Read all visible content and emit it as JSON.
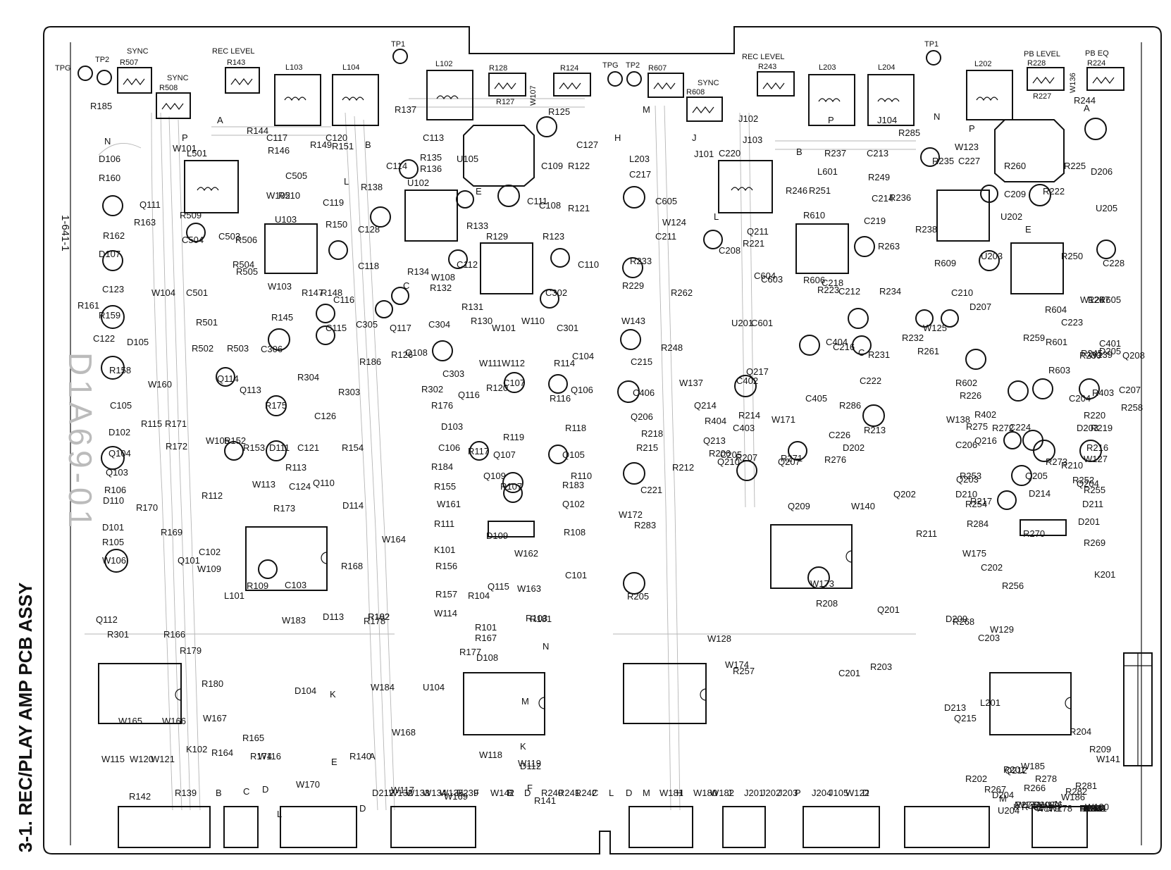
{
  "section_title": "3-1.  REC/PLAY AMP PCB ASSY",
  "board_id": "1-641-1",
  "part_number": "D1A69-01",
  "colors": {
    "ink": "#111111",
    "paper": "#ffffff",
    "trace": "#6a6a6a"
  },
  "labels_top": {
    "tpg_l": "TPG",
    "tp2_l": "TP2",
    "sync_l": "SYNC",
    "r507": "R507",
    "sync2_l": "SYNC",
    "r508": "R508",
    "rec_level_l": "REC LEVEL",
    "r143": "R143",
    "l103": "L103",
    "l104": "L104",
    "tp1_l": "TP1",
    "l102": "L102",
    "r128": "R128",
    "r127": "R127",
    "w107": "W107",
    "r124": "R124",
    "tpg_r": "TPG",
    "tp2_r": "TP2",
    "r607": "R607",
    "sync_r": "SYNC",
    "r608": "R608",
    "rec_level_r": "REC LEVEL",
    "r243": "R243",
    "l203": "L203",
    "l204": "L204",
    "tp1_r": "TP1",
    "l202": "L202",
    "pb_level": "PB LEVEL",
    "r228": "R228",
    "r227": "R227",
    "pb_eq": "PB EQ",
    "r224": "R224",
    "w136": "W136"
  },
  "components": [
    {
      "t": "R185"
    },
    {
      "t": "N"
    },
    {
      "t": "P"
    },
    {
      "t": "A"
    },
    {
      "t": "W101"
    },
    {
      "t": "C117"
    },
    {
      "t": "C120"
    },
    {
      "t": "B"
    },
    {
      "t": "R137"
    },
    {
      "t": "C113"
    },
    {
      "t": "R125"
    },
    {
      "t": "C127"
    },
    {
      "t": "R144"
    },
    {
      "t": "R146"
    },
    {
      "t": "R149"
    },
    {
      "t": "R151"
    },
    {
      "t": "R135"
    },
    {
      "t": "U105"
    },
    {
      "t": "D106"
    },
    {
      "t": "R160"
    },
    {
      "t": "L501"
    },
    {
      "t": "W102"
    },
    {
      "t": "C505"
    },
    {
      "t": "L"
    },
    {
      "t": "C114"
    },
    {
      "t": "R136"
    },
    {
      "t": "C109"
    },
    {
      "t": "R122"
    },
    {
      "t": "Q111"
    },
    {
      "t": "R510"
    },
    {
      "t": "C119"
    },
    {
      "t": "R138"
    },
    {
      "t": "U102"
    },
    {
      "t": "E"
    },
    {
      "t": "C111"
    },
    {
      "t": "C108"
    },
    {
      "t": "R121"
    },
    {
      "t": "R163"
    },
    {
      "t": "R509"
    },
    {
      "t": "C504"
    },
    {
      "t": "C503"
    },
    {
      "t": "R506"
    },
    {
      "t": "U103"
    },
    {
      "t": "R150"
    },
    {
      "t": "C128"
    },
    {
      "t": "R133"
    },
    {
      "t": "R162"
    },
    {
      "t": "R129"
    },
    {
      "t": "R123"
    },
    {
      "t": "C110"
    },
    {
      "t": "D107"
    },
    {
      "t": "C123"
    },
    {
      "t": "R504"
    },
    {
      "t": "R505"
    },
    {
      "t": "C118"
    },
    {
      "t": "R134"
    },
    {
      "t": "W108"
    },
    {
      "t": "C112"
    },
    {
      "t": "W104"
    },
    {
      "t": "C501"
    },
    {
      "t": "W103"
    },
    {
      "t": "R147"
    },
    {
      "t": "R148"
    },
    {
      "t": "C116"
    },
    {
      "t": "C"
    },
    {
      "t": "R132"
    },
    {
      "t": "C302"
    },
    {
      "t": "R161"
    },
    {
      "t": "R159"
    },
    {
      "t": "R501"
    },
    {
      "t": "R145"
    },
    {
      "t": "C115"
    },
    {
      "t": "Q117"
    },
    {
      "t": "C304"
    },
    {
      "t": "R131"
    },
    {
      "t": "R130"
    },
    {
      "t": "W110"
    },
    {
      "t": "W101"
    },
    {
      "t": "C122"
    },
    {
      "t": "D105"
    },
    {
      "t": "R502"
    },
    {
      "t": "R503"
    },
    {
      "t": "C306"
    },
    {
      "t": "C305"
    },
    {
      "t": "R186"
    },
    {
      "t": "R126"
    },
    {
      "t": "Q108"
    },
    {
      "t": "C303"
    },
    {
      "t": "W111"
    },
    {
      "t": "W112"
    },
    {
      "t": "C301"
    },
    {
      "t": "C104"
    },
    {
      "t": "R114"
    },
    {
      "t": "R158"
    },
    {
      "t": "W160"
    },
    {
      "t": "Q114"
    },
    {
      "t": "R304"
    },
    {
      "t": "R303"
    },
    {
      "t": "R302"
    },
    {
      "t": "C107"
    },
    {
      "t": "Q106"
    },
    {
      "t": "C105"
    },
    {
      "t": "Q113"
    },
    {
      "t": "R175"
    },
    {
      "t": "C126"
    },
    {
      "t": "R176"
    },
    {
      "t": "Q116"
    },
    {
      "t": "R120"
    },
    {
      "t": "R119"
    },
    {
      "t": "R118"
    },
    {
      "t": "R116"
    },
    {
      "t": "R115"
    },
    {
      "t": "R171"
    },
    {
      "t": "D102"
    },
    {
      "t": "R172"
    },
    {
      "t": "W105"
    },
    {
      "t": "R152"
    },
    {
      "t": "R153"
    },
    {
      "t": "D103"
    },
    {
      "t": "C106"
    },
    {
      "t": "R117"
    },
    {
      "t": "Q107"
    },
    {
      "t": "Q105"
    },
    {
      "t": "Q104"
    },
    {
      "t": "D111"
    },
    {
      "t": "C121"
    },
    {
      "t": "R154"
    },
    {
      "t": "R184"
    },
    {
      "t": "R110"
    },
    {
      "t": "Q103"
    },
    {
      "t": "R113"
    },
    {
      "t": "C124"
    },
    {
      "t": "R155"
    },
    {
      "t": "Q109"
    },
    {
      "t": "R183"
    },
    {
      "t": "R106"
    },
    {
      "t": "R112"
    },
    {
      "t": "W113"
    },
    {
      "t": "Q110"
    },
    {
      "t": "D110"
    },
    {
      "t": "R170"
    },
    {
      "t": "R173"
    },
    {
      "t": "D114"
    },
    {
      "t": "W161"
    },
    {
      "t": "R107"
    },
    {
      "t": "Q102"
    },
    {
      "t": "R111"
    },
    {
      "t": "D101"
    },
    {
      "t": "R169"
    },
    {
      "t": "W164"
    },
    {
      "t": "K101"
    },
    {
      "t": "W162"
    },
    {
      "t": "R108"
    },
    {
      "t": "R105"
    },
    {
      "t": "C102"
    },
    {
      "t": "Q101"
    },
    {
      "t": "D109"
    },
    {
      "t": "R156"
    },
    {
      "t": "W106"
    },
    {
      "t": "W109"
    },
    {
      "t": "C103"
    },
    {
      "t": "R168"
    },
    {
      "t": "R157"
    },
    {
      "t": "Q115"
    },
    {
      "t": "W163"
    },
    {
      "t": "C101"
    },
    {
      "t": "L101"
    },
    {
      "t": "R109"
    },
    {
      "t": "W114"
    },
    {
      "t": "R104"
    },
    {
      "t": "R103"
    },
    {
      "t": "D113"
    },
    {
      "t": "R102"
    },
    {
      "t": "Q112"
    },
    {
      "t": "W183"
    },
    {
      "t": "R178"
    },
    {
      "t": "R181"
    },
    {
      "t": "R182"
    },
    {
      "t": "R101"
    },
    {
      "t": "R167"
    },
    {
      "t": "R177"
    },
    {
      "t": "N"
    },
    {
      "t": "R301"
    },
    {
      "t": "R166"
    },
    {
      "t": "D108"
    },
    {
      "t": "R179"
    },
    {
      "t": "R180"
    },
    {
      "t": "D104"
    },
    {
      "t": "K"
    },
    {
      "t": "W184"
    },
    {
      "t": "U104"
    },
    {
      "t": "M"
    },
    {
      "t": "W165"
    },
    {
      "t": "W166"
    },
    {
      "t": "W167"
    },
    {
      "t": "W168"
    },
    {
      "t": "W115"
    },
    {
      "t": "K102"
    },
    {
      "t": "R164"
    },
    {
      "t": "R165"
    },
    {
      "t": "R174"
    },
    {
      "t": "W116"
    },
    {
      "t": "E"
    },
    {
      "t": "R140"
    },
    {
      "t": "A"
    },
    {
      "t": "K"
    },
    {
      "t": "D112"
    },
    {
      "t": "W118"
    },
    {
      "t": "W119"
    },
    {
      "t": "W120"
    },
    {
      "t": "W121"
    },
    {
      "t": "R139"
    },
    {
      "t": "B"
    },
    {
      "t": "D"
    },
    {
      "t": "W170"
    },
    {
      "t": "W117"
    },
    {
      "t": "F"
    },
    {
      "t": "R141"
    },
    {
      "t": "R142"
    },
    {
      "t": "C"
    },
    {
      "t": "L"
    },
    {
      "t": "D"
    },
    {
      "t": "W169"
    },
    {
      "t": "M"
    },
    {
      "t": "H"
    },
    {
      "t": "J"
    },
    {
      "t": "J101"
    },
    {
      "t": "J102"
    },
    {
      "t": "J103"
    },
    {
      "t": "P"
    },
    {
      "t": "J104"
    },
    {
      "t": "R285"
    },
    {
      "t": "N"
    },
    {
      "t": "P"
    },
    {
      "t": "W123"
    },
    {
      "t": "A"
    },
    {
      "t": "R244"
    },
    {
      "t": "L203"
    },
    {
      "t": "C217"
    },
    {
      "t": "C220"
    },
    {
      "t": "B"
    },
    {
      "t": "R237"
    },
    {
      "t": "C213"
    },
    {
      "t": "R235"
    },
    {
      "t": "C227"
    },
    {
      "t": "R225"
    },
    {
      "t": "D206"
    },
    {
      "t": "R260"
    },
    {
      "t": "L601"
    },
    {
      "t": "R246"
    },
    {
      "t": "R249"
    },
    {
      "t": "R251"
    },
    {
      "t": "C214"
    },
    {
      "t": "R236"
    },
    {
      "t": "C209"
    },
    {
      "t": "R222"
    },
    {
      "t": "U205"
    },
    {
      "t": "C605"
    },
    {
      "t": "W124"
    },
    {
      "t": "L"
    },
    {
      "t": "R610"
    },
    {
      "t": "C219"
    },
    {
      "t": "R238"
    },
    {
      "t": "U202"
    },
    {
      "t": "E"
    },
    {
      "t": "C211"
    },
    {
      "t": "C208"
    },
    {
      "t": "R221"
    },
    {
      "t": "Q211"
    },
    {
      "t": "R263"
    },
    {
      "t": "R609"
    },
    {
      "t": "U203"
    },
    {
      "t": "R250"
    },
    {
      "t": "C228"
    },
    {
      "t": "R233"
    },
    {
      "t": "R229"
    },
    {
      "t": "R262"
    },
    {
      "t": "C604"
    },
    {
      "t": "C603"
    },
    {
      "t": "R606"
    },
    {
      "t": "C218"
    },
    {
      "t": "R234"
    },
    {
      "t": "C212"
    },
    {
      "t": "R223"
    },
    {
      "t": "C210"
    },
    {
      "t": "D207"
    },
    {
      "t": "C223"
    },
    {
      "t": "W126"
    },
    {
      "t": "R604"
    },
    {
      "t": "R605"
    },
    {
      "t": "W143"
    },
    {
      "t": "U201"
    },
    {
      "t": "C601"
    },
    {
      "t": "W125"
    },
    {
      "t": "R247"
    },
    {
      "t": "R248"
    },
    {
      "t": "C216"
    },
    {
      "t": "C"
    },
    {
      "t": "R232"
    },
    {
      "t": "R261"
    },
    {
      "t": "R259"
    },
    {
      "t": "R601"
    },
    {
      "t": "R245"
    },
    {
      "t": "C215"
    },
    {
      "t": "Q217"
    },
    {
      "t": "C404"
    },
    {
      "t": "R231"
    },
    {
      "t": "R230"
    },
    {
      "t": "W137"
    },
    {
      "t": "C402"
    },
    {
      "t": "C222"
    },
    {
      "t": "R602"
    },
    {
      "t": "R603"
    },
    {
      "t": "Q208"
    },
    {
      "t": "C401"
    },
    {
      "t": "D205"
    },
    {
      "t": "C406"
    },
    {
      "t": "C405"
    },
    {
      "t": "R286"
    },
    {
      "t": "R226"
    },
    {
      "t": "W138"
    },
    {
      "t": "W139"
    },
    {
      "t": "C204"
    },
    {
      "t": "R258"
    },
    {
      "t": "Q214"
    },
    {
      "t": "R404"
    },
    {
      "t": "C403"
    },
    {
      "t": "R214"
    },
    {
      "t": "W171"
    },
    {
      "t": "R275"
    },
    {
      "t": "R403"
    },
    {
      "t": "R402"
    },
    {
      "t": "C207"
    },
    {
      "t": "Q206"
    },
    {
      "t": "Q213"
    },
    {
      "t": "C226"
    },
    {
      "t": "R276"
    },
    {
      "t": "Q216"
    },
    {
      "t": "R220"
    },
    {
      "t": "R219"
    },
    {
      "t": "R218"
    },
    {
      "t": "C205"
    },
    {
      "t": "R271"
    },
    {
      "t": "D202"
    },
    {
      "t": "R272"
    },
    {
      "t": "D203"
    },
    {
      "t": "C206"
    },
    {
      "t": "R216"
    },
    {
      "t": "R215"
    },
    {
      "t": "R252"
    },
    {
      "t": "R253"
    },
    {
      "t": "Q207"
    },
    {
      "t": "Q205"
    },
    {
      "t": "R217"
    },
    {
      "t": "Q204"
    },
    {
      "t": "D211"
    },
    {
      "t": "W127"
    },
    {
      "t": "R254"
    },
    {
      "t": "R284"
    },
    {
      "t": "R210"
    },
    {
      "t": "Q203"
    },
    {
      "t": "R213"
    },
    {
      "t": "C224"
    },
    {
      "t": "R255"
    },
    {
      "t": "C221"
    },
    {
      "t": "R283"
    },
    {
      "t": "R206"
    },
    {
      "t": "R212"
    },
    {
      "t": "Q210"
    },
    {
      "t": "Q209"
    },
    {
      "t": "W140"
    },
    {
      "t": "Q202"
    },
    {
      "t": "D210"
    },
    {
      "t": "R273"
    },
    {
      "t": "D214"
    },
    {
      "t": "W172"
    },
    {
      "t": "R207"
    },
    {
      "t": "R211"
    },
    {
      "t": "R270"
    },
    {
      "t": "D201"
    },
    {
      "t": "R269"
    },
    {
      "t": "W175"
    },
    {
      "t": "K201"
    },
    {
      "t": "W173"
    },
    {
      "t": "R205"
    },
    {
      "t": "R208"
    },
    {
      "t": "Q201"
    },
    {
      "t": "C202"
    },
    {
      "t": "D209"
    },
    {
      "t": "W128"
    },
    {
      "t": "R256"
    },
    {
      "t": "W129"
    },
    {
      "t": "C203"
    },
    {
      "t": "R268"
    },
    {
      "t": "R257"
    },
    {
      "t": "W174"
    },
    {
      "t": "C201"
    },
    {
      "t": "R203"
    },
    {
      "t": "Q215"
    },
    {
      "t": "D213"
    },
    {
      "t": "L201"
    },
    {
      "t": "R209"
    },
    {
      "t": "W141"
    },
    {
      "t": "R204"
    },
    {
      "t": "Q212"
    },
    {
      "t": "W185"
    },
    {
      "t": "R202"
    },
    {
      "t": "R267"
    },
    {
      "t": "R278"
    },
    {
      "t": "R281"
    },
    {
      "t": "R282"
    },
    {
      "t": "R277"
    },
    {
      "t": "N"
    },
    {
      "t": "R201"
    },
    {
      "t": "R401"
    },
    {
      "t": "R266"
    },
    {
      "t": "D208"
    },
    {
      "t": "R279"
    },
    {
      "t": "R280"
    },
    {
      "t": "D204"
    },
    {
      "t": "W186"
    },
    {
      "t": "M"
    },
    {
      "t": "K"
    },
    {
      "t": "U204"
    },
    {
      "t": "W176"
    },
    {
      "t": "W177"
    },
    {
      "t": "W178"
    },
    {
      "t": "W179"
    },
    {
      "t": "W130"
    },
    {
      "t": "K202"
    },
    {
      "t": "R264"
    },
    {
      "t": "R265"
    },
    {
      "t": "R274"
    },
    {
      "t": "W131"
    },
    {
      "t": "E"
    },
    {
      "t": "A"
    },
    {
      "t": "K"
    },
    {
      "t": "D212"
    },
    {
      "t": "W132"
    },
    {
      "t": "W133"
    },
    {
      "t": "W134"
    },
    {
      "t": "W135"
    },
    {
      "t": "R239"
    },
    {
      "t": "F"
    },
    {
      "t": "W142"
    },
    {
      "t": "B"
    },
    {
      "t": "D"
    },
    {
      "t": "R240"
    },
    {
      "t": "R241"
    },
    {
      "t": "R242"
    },
    {
      "t": "C"
    },
    {
      "t": "L"
    },
    {
      "t": "D"
    },
    {
      "t": "M"
    },
    {
      "t": "W181"
    },
    {
      "t": "H"
    },
    {
      "t": "W180"
    },
    {
      "t": "W182"
    },
    {
      "t": "J"
    },
    {
      "t": "J201"
    },
    {
      "t": "J202"
    },
    {
      "t": "J203"
    },
    {
      "t": "P"
    },
    {
      "t": "J204"
    },
    {
      "t": "J105"
    },
    {
      "t": "W122"
    },
    {
      "t": "D"
    }
  ]
}
